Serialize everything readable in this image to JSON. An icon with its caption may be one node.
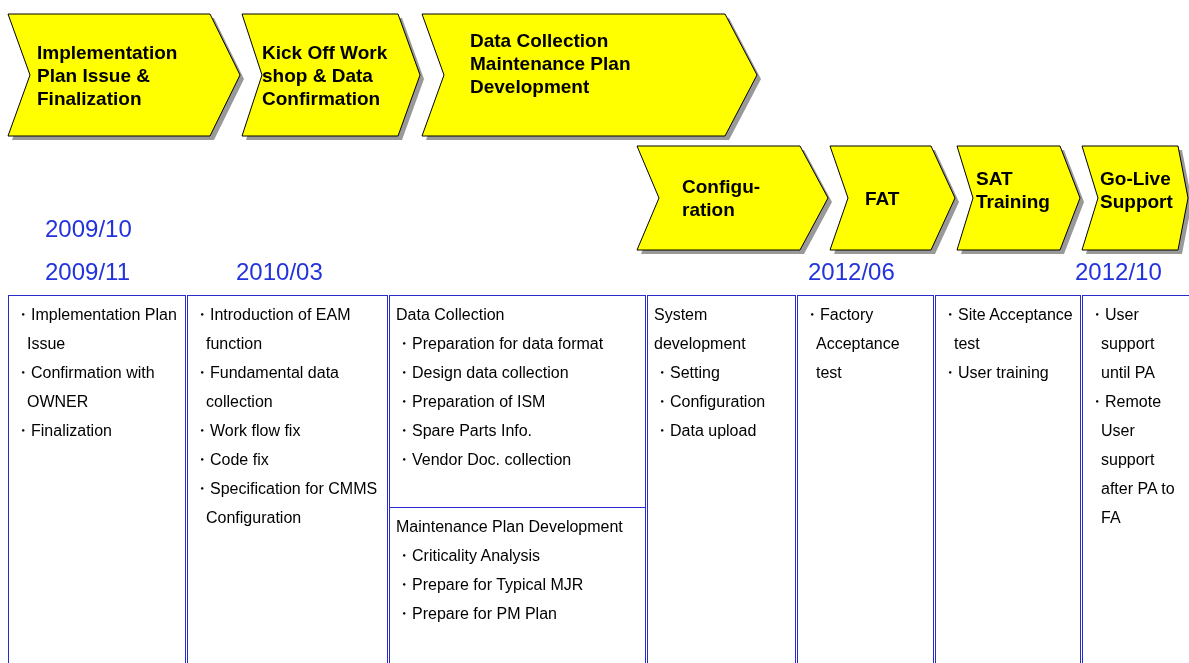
{
  "diagram": {
    "nodes": [
      {
        "text": [
          "Implementation Plan Issue & Finalization"
        ]
      },
      {
        "text": [
          "Kick Off Work shop & Data Confirmation"
        ]
      },
      {
        "text": [
          "Data Collection Maintenance Plan Development"
        ]
      },
      {
        "text": [
          "Configu- ration"
        ]
      },
      {
        "text": [
          "FAT"
        ]
      },
      {
        "text": [
          "SAT Training"
        ]
      },
      {
        "text": [
          "Go-Live Support"
        ]
      },
      {
        "text": [
          "・Implementation Plan Issue",
          "・Confirmation with OWNER",
          "・Finalization"
        ]
      },
      {
        "text": [
          "・Introduction of EAM function",
          "・Fundamental data collection",
          "・Work flow fix",
          "・Code fix",
          "・Specification for CMMS Configuration"
        ]
      },
      {
        "text": [
          "Data Collection",
          "・Preparation for data format",
          "・Design data collection",
          "・Preparation of ISM",
          "・Spare Parts Info.",
          "・Vendor Doc. collection"
        ]
      },
      {
        "text": [
          "Maintenance Plan Development",
          "・Criticality Analysis",
          "・Prepare for Typical MJR",
          "・Prepare for PM Plan"
        ]
      },
      {
        "text": [
          "System development",
          "・Setting",
          "・Configuration",
          "・Data upload"
        ]
      },
      {
        "text": [
          "・Factory Acceptance test"
        ]
      },
      {
        "text": [
          "・Site Acceptance test",
          "・User training"
        ]
      },
      {
        "text": [
          "・User support until PA",
          "・Remote User support after PA to FA"
        ]
      }
    ],
    "edges": [],
    "labels": [
      "2009/10",
      "2009/11",
      "2010/03",
      "2012/06",
      "2012/10"
    ]
  }
}
